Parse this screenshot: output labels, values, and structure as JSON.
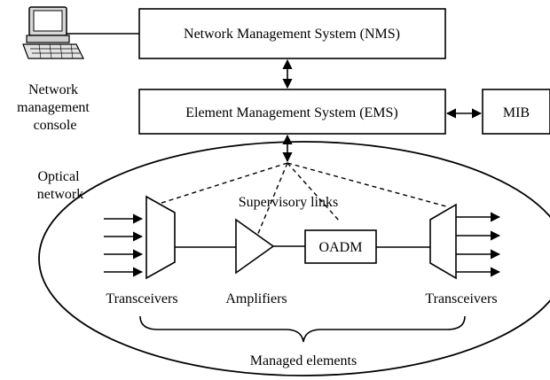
{
  "nms": {
    "label": "Network Management System (NMS)"
  },
  "ems": {
    "label": "Element Management System (EMS)"
  },
  "mib": {
    "label": "MIB"
  },
  "console": {
    "lines": [
      "Network",
      "management",
      "console"
    ]
  },
  "optical_network": {
    "lines": [
      "Optical",
      "network"
    ]
  },
  "supervisory_links": {
    "label": "Supervisory links"
  },
  "oadm": {
    "label": "OADM"
  },
  "elements": {
    "transceivers_left": "Transceivers",
    "amplifiers": "Amplifiers",
    "transceivers_right": "Transceivers"
  },
  "managed_elements": {
    "label": "Managed elements"
  },
  "icons": [
    "computer-icon",
    "multiplexer-icon",
    "amplifier-icon",
    "demultiplexer-icon"
  ]
}
